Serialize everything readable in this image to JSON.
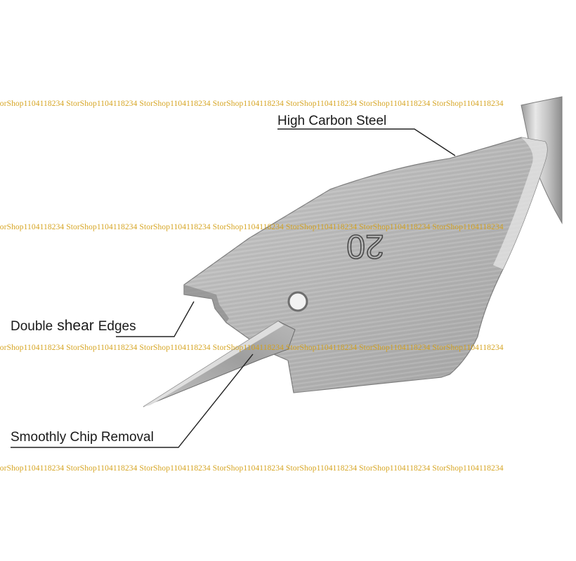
{
  "labels": {
    "high_carbon_steel": "High Carbon Steel",
    "double_shear_edges": {
      "word1": "Double",
      "word2": "shear",
      "word3": "Edges"
    },
    "smoothly_chip_removal": "Smoothly Chip Removal"
  },
  "bit_size_marking": "20",
  "watermark": {
    "text": "StorShop1104118234 StorShop1104118234 StorShop1104118234 StorShop1104118234 StorShop1104118234 StorShop1104118234 StorShop1104118234",
    "color": "#d4a017"
  },
  "colors": {
    "background": "#ffffff",
    "metal_light": "#dcdcdc",
    "metal_mid": "#b4b4b4",
    "metal_dark": "#8a8a8a",
    "leader_line": "#222222"
  }
}
